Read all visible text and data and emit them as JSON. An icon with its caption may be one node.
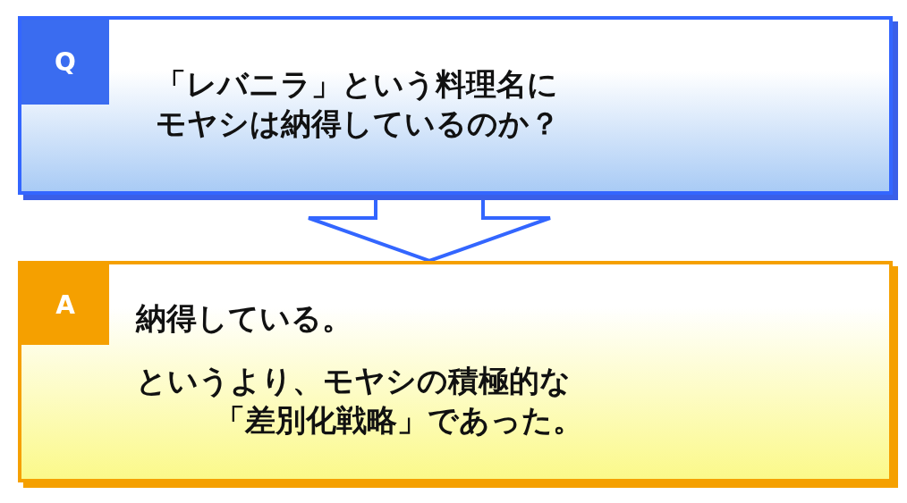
{
  "diagram": {
    "nodes": [
      {
        "text": [
          "「レバニラ」という料理名にモヤシは納得しているのか？"
        ]
      },
      {
        "text": [
          "Q"
        ],
        "in": 0
      },
      {
        "text": [
          "納得している。",
          "というより、モヤシの積極的な「差別化戦略」であった。"
        ]
      },
      {
        "text": [
          "A"
        ],
        "in": 2
      }
    ],
    "edges": [
      {
        "from": 0,
        "to": 2,
        "arrow": "to"
      }
    ]
  }
}
